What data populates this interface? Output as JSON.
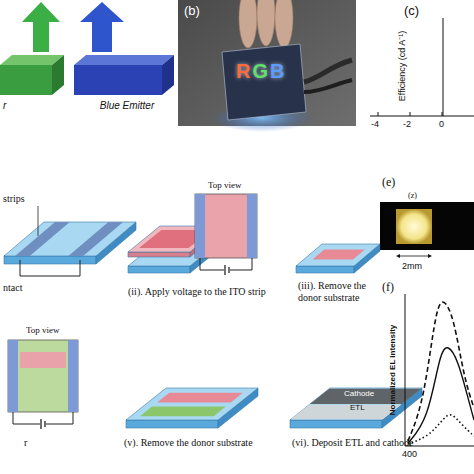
{
  "diagram": {
    "nodes": [
      {
        "text": [
          "r"
        ]
      },
      {
        "text": [
          "Blue Emitter"
        ]
      }
    ],
    "labels": [
      "(b)",
      "RGB",
      "(c)",
      "Efficiency (cd A⁻¹)",
      "-4",
      "-2",
      "0",
      "strips",
      "ntact",
      "Top view",
      "(ii). Apply voltage to the ITO strip",
      "(iii). Remove the donor substrate",
      "Top view",
      "r",
      "(v). Remove the donor substrate",
      "Cathode",
      "ETL",
      "(vi). Deposit ETL and cathode",
      "(e)",
      "(z)",
      "2mm",
      "(f)",
      "Normalized EL intensity",
      "400"
    ]
  }
}
